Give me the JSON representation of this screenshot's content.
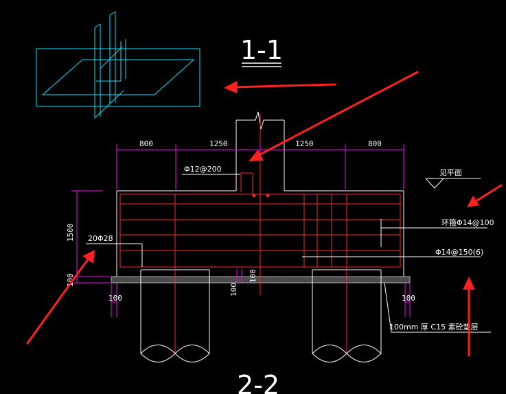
{
  "section_title": "1-1",
  "section_title_bottom": "2-2",
  "dimensions": {
    "top": [
      "800",
      "1250",
      "1250",
      "800"
    ],
    "height": "1500",
    "cushion_left": "100",
    "cushion_mid": "100",
    "cushion_mid2": "100",
    "edge_left": "100",
    "edge_right": "100"
  },
  "annotations": {
    "column_rebar": "Φ12@200",
    "see_plan": "见平面",
    "stirrup": "环箍Φ14@100",
    "side_rebar": "20Φ28",
    "bottom_rebar": "Φ14@150(6)",
    "cushion": "100mm 厚 C15 素砼垫层"
  },
  "colors": {
    "background": "#000000",
    "outline": "#ffffff",
    "rebar": "#ff2a2a",
    "dimension": "#ff00ff",
    "iso_view": "#00e5ff",
    "arrow": "#ff2020"
  }
}
